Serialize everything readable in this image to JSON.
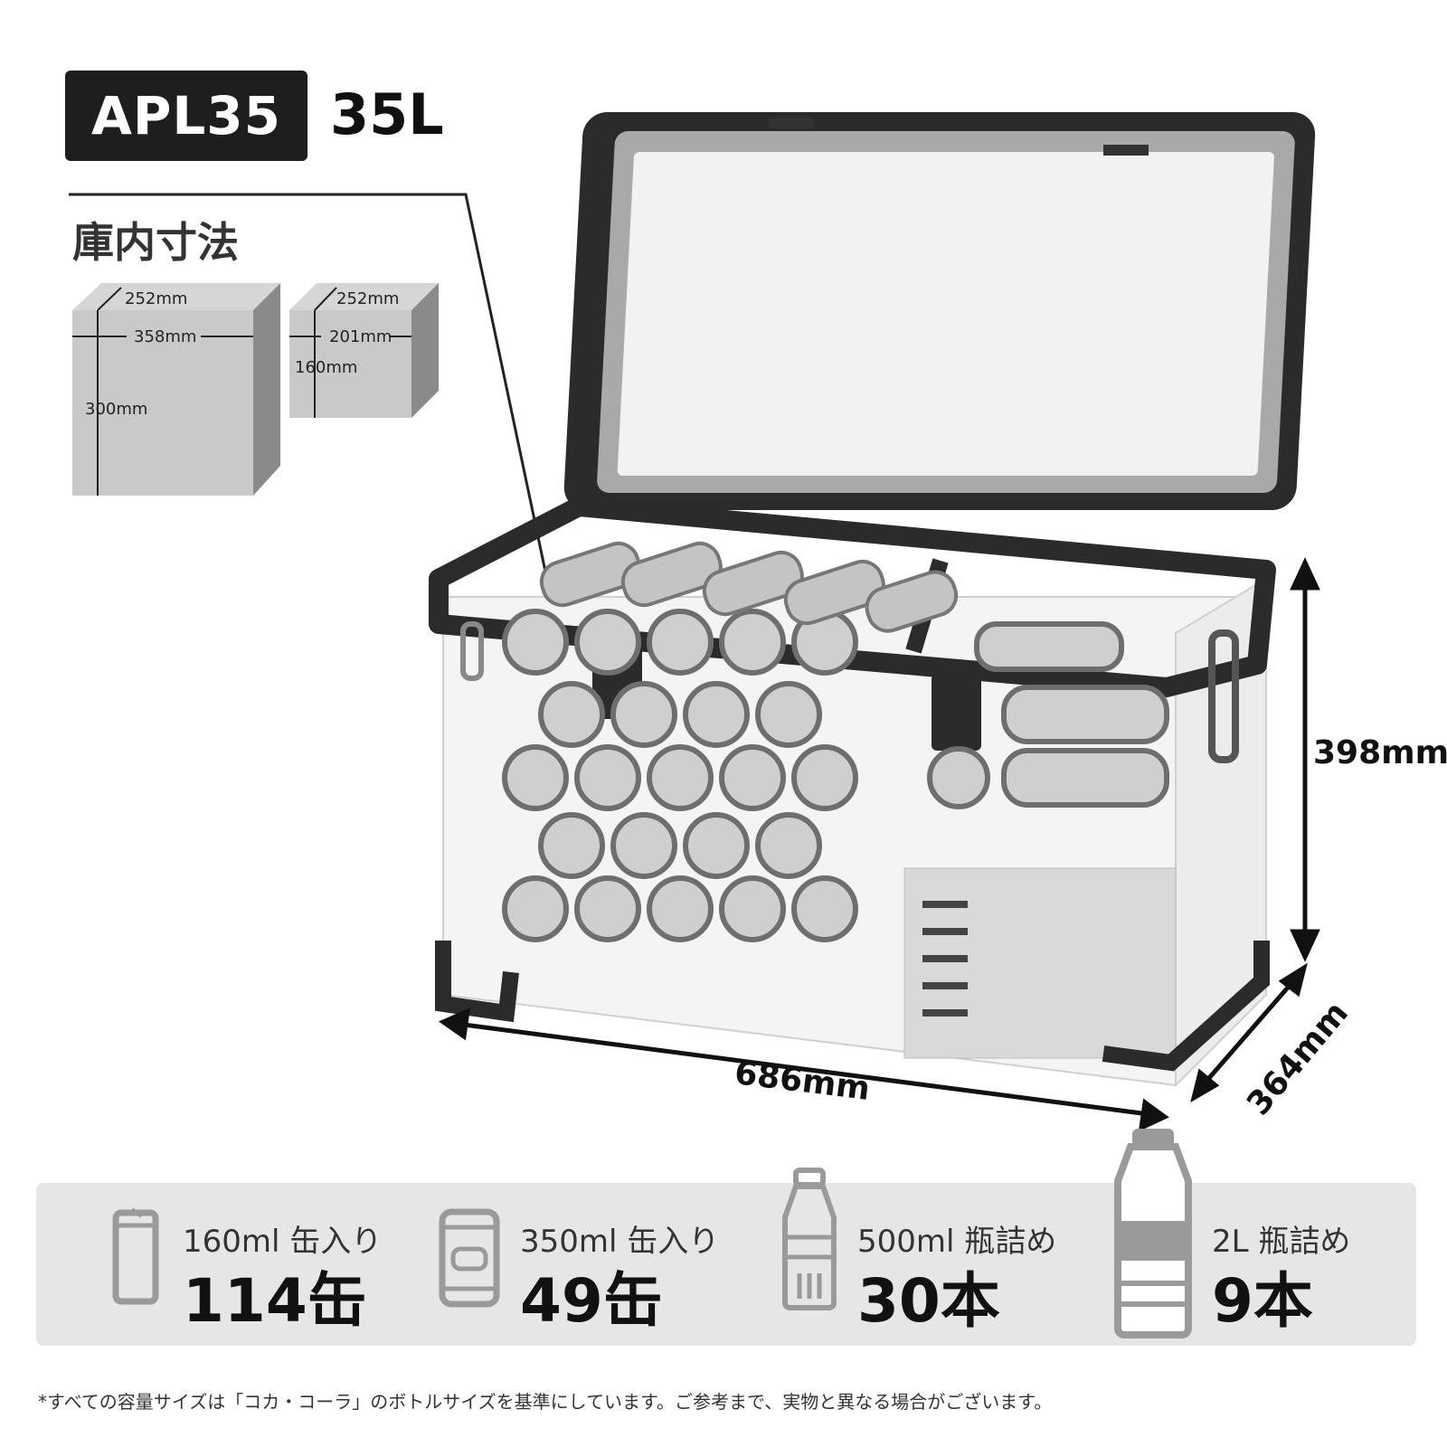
{
  "header": {
    "model": "APL35",
    "capacity": "35L"
  },
  "interior": {
    "title": "庫内寸法",
    "main_compartment": {
      "depth": "252mm",
      "width": "358mm",
      "height": "300mm"
    },
    "small_compartment": {
      "depth": "252mm",
      "width": "201mm",
      "height": "160mm"
    }
  },
  "exterior": {
    "height": "398mm",
    "width": "686mm",
    "depth": "364mm"
  },
  "capacities": [
    {
      "icon": "small-can-icon",
      "label": "160ml 缶入り",
      "value": "114缶"
    },
    {
      "icon": "can-icon",
      "label": "350ml 缶入り",
      "value": "49缶"
    },
    {
      "icon": "bottle-icon",
      "label": "500ml 瓶詰め",
      "value": "30本"
    },
    {
      "icon": "large-bottle-icon",
      "label": "2L 瓶詰め",
      "value": "9本"
    }
  ],
  "footnote": "*すべての容量サイズは「コカ・コーラ」のボトルサイズを基準にしています。ご参考まで、実物と異なる場合がございます。",
  "colors": {
    "badge": "#1e1e1e",
    "frame": "#2b2b2b",
    "lid_panel": "#b8b8b8",
    "info_bar": "#e6e6e6",
    "icon_gray": "#9a9a9a"
  }
}
